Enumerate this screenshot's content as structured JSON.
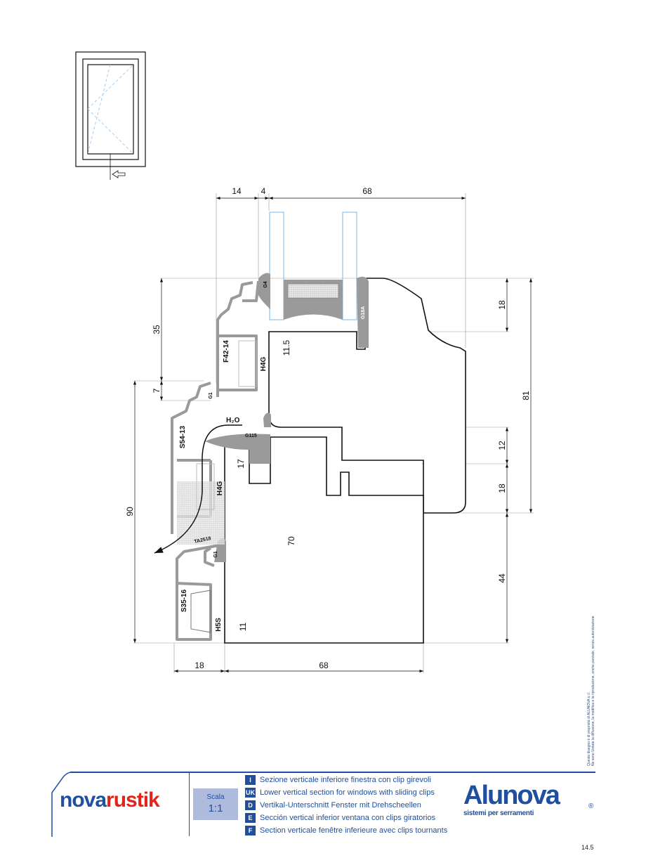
{
  "drawing": {
    "dimensions_top": [
      "14",
      "4",
      "68"
    ],
    "dimensions_left": [
      "35",
      "7",
      "90"
    ],
    "dimensions_right": [
      "18",
      "81",
      "12",
      "18",
      "44"
    ],
    "dimensions_inner": [
      "11.5",
      "17",
      "70",
      "11"
    ],
    "dimensions_bottom": [
      "18",
      "68"
    ],
    "profile_labels": {
      "g4": "G4",
      "g18a": "G18A",
      "f42": "F42-14",
      "h4g_top": "H4G",
      "g1_top": "G1",
      "s54": "S54-13",
      "h2o": "H₂O",
      "g115": "G115",
      "h4g_mid": "H4G",
      "ta": "TA2518",
      "g1_bottom": "G1",
      "s35": "S35-16",
      "h5s": "H5S"
    },
    "glass_color": "#8ec3ee",
    "profile_color": "#9a9a9a"
  },
  "notice": {
    "line1": "Questo disegno è di proprietà di ALUNOVA s.r.l.",
    "line2": "Ne sono Vietate la diffusione, la modifica e la riproduzione, anche parziale, senza autorizzazione"
  },
  "title_block": {
    "brand_part1": "nova",
    "brand_part2": "rustik",
    "scale_label": "Scala",
    "scale_value": "1:1",
    "languages": [
      {
        "code": "I",
        "text": "Sezione verticale inferiore finestra con clip girevoli"
      },
      {
        "code": "UK",
        "text": "Lower vertical section for windows with sliding clips"
      },
      {
        "code": "D",
        "text": "Vertikal-Unterschnitt Fenster mit Drehscheellen"
      },
      {
        "code": "E",
        "text": "Sección vertical inferior ventana con clips giratorios"
      },
      {
        "code": "F",
        "text": "Section verticale fenêtre inferieure avec clips tournants"
      }
    ],
    "logo_word": "Alunova",
    "logo_tagline": "sistemi per serramenti",
    "logo_registered": "®",
    "accent_color": "#1f4f9e",
    "brand_red": "#e2231a"
  },
  "page_number": "14.5"
}
